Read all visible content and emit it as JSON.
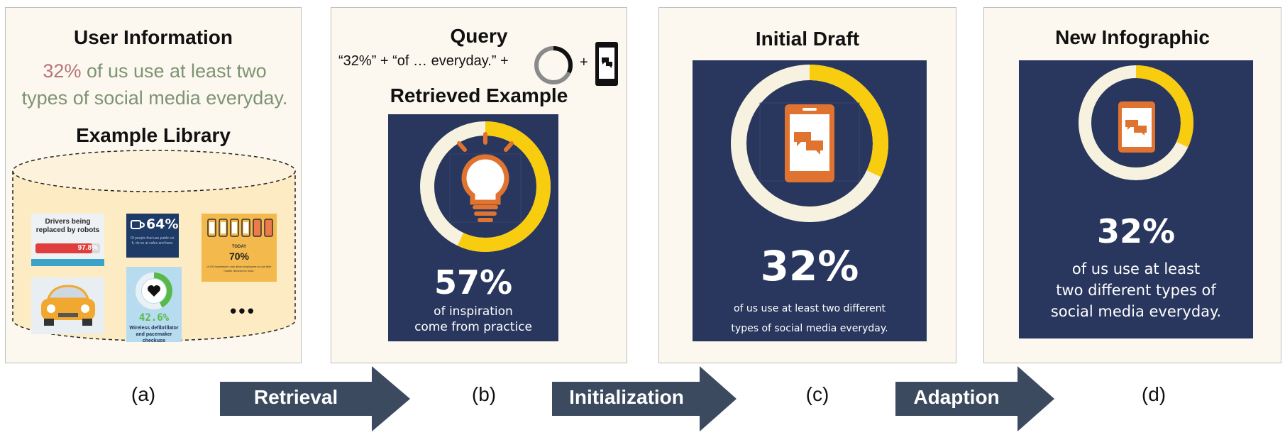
{
  "panels": {
    "a": {
      "title": "User Information",
      "user_pct": "32%",
      "user_text_1": " of us use at least two",
      "user_text_2": "types of social media everyday.",
      "library_title": "Example Library",
      "library_items": {
        "drivers_title": "Drivers being replaced by robots",
        "drivers_pct": "97.8%",
        "coffee_pct": "64%",
        "coffee_caption": "Of people that use public wi-fi, do so at cafes and bars.",
        "phones_label": "TODAY",
        "phones_pct": "70%",
        "phones_caption": "of US businesses now allow employees to use their mobile devices for work.",
        "heart_pct": "42.6%",
        "heart_caption": "Wireless defibrillator and pacemaker checkups",
        "more": "• • •"
      }
    },
    "b": {
      "query_title": "Query",
      "query_text": "“32%” + “of … everyday.” +",
      "plus": "+",
      "retrieved_title": "Retrieved Example",
      "value_pct": 0.57,
      "big_number": "57%",
      "sub_1": "of inspiration",
      "sub_2": "come from practice"
    },
    "c": {
      "title": "Initial Draft",
      "value_pct": 0.32,
      "big_number": "32%",
      "sub_1": "of us use at least two different",
      "sub_2": "types of social media everyday."
    },
    "d": {
      "title": "New Infographic",
      "value_pct": 0.32,
      "big_number": "32%",
      "sub_1": "of us use at least",
      "sub_2": "two different types of",
      "sub_3": "social media everyday."
    }
  },
  "letters": {
    "a": "(a)",
    "b": "(b)",
    "c": "(c)",
    "d": "(d)"
  },
  "arrows": {
    "retrieval": "Retrieval",
    "initialization": "Initialization",
    "adaption": "Adaption"
  },
  "colors": {
    "navy": "#29375e",
    "ring_bg": "#f7f1df",
    "ring_fill": "#f8cc0f",
    "orange": "#e0732f",
    "arrow": "#3b4a5e",
    "pct_text": "#b7727a",
    "green_text": "#7c9473"
  }
}
